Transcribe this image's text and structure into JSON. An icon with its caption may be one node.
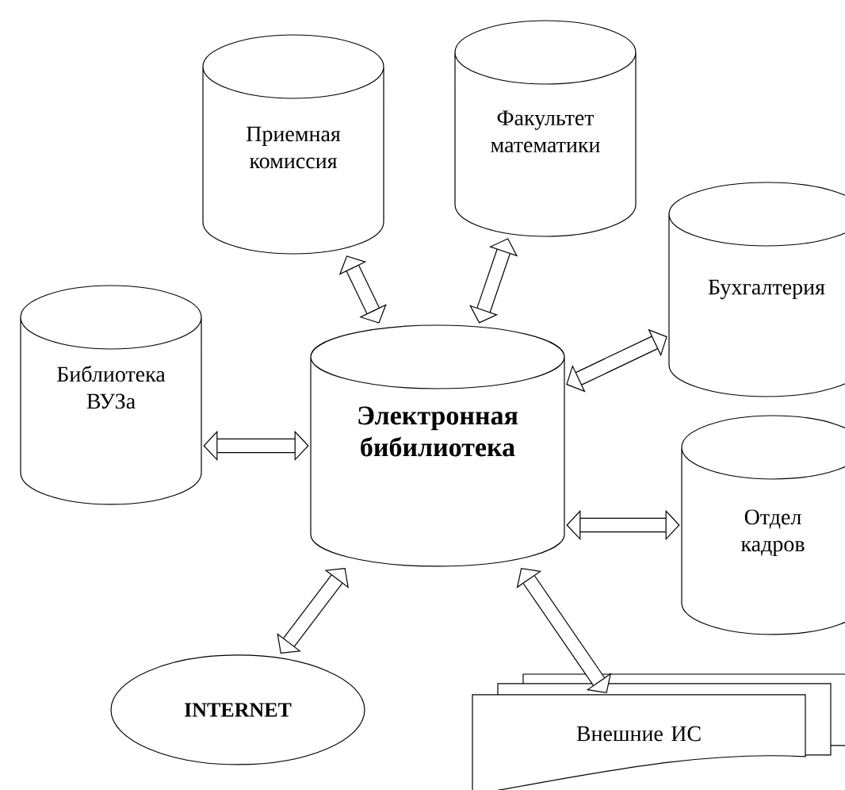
{
  "diagram": {
    "nodes": [
      {
        "text": [
          "Приемная комиссия"
        ]
      },
      {
        "text": [
          "Факультет математики"
        ]
      },
      {
        "text": [
          "Бухгалтерия"
        ]
      },
      {
        "text": [
          "Библиотека ВУЗа"
        ]
      },
      {
        "text": [
          "Электронная бибилиотека"
        ]
      },
      {
        "text": [
          "Отдел кадров"
        ]
      },
      {
        "text": [
          "INTERNET"
        ]
      },
      {
        "text": [
          "Внешние ИС"
        ]
      }
    ],
    "edges": [
      {
        "from": 0,
        "to": 4,
        "arrow": "both"
      },
      {
        "from": 1,
        "to": 4,
        "arrow": "both"
      },
      {
        "from": 4,
        "to": 2,
        "arrow": "both"
      },
      {
        "from": 3,
        "to": 4,
        "arrow": "both"
      },
      {
        "from": 4,
        "to": 5,
        "arrow": "both"
      },
      {
        "from": 6,
        "to": 4,
        "arrow": "both"
      },
      {
        "from": 4,
        "to": 7,
        "arrow": "both"
      }
    ]
  }
}
